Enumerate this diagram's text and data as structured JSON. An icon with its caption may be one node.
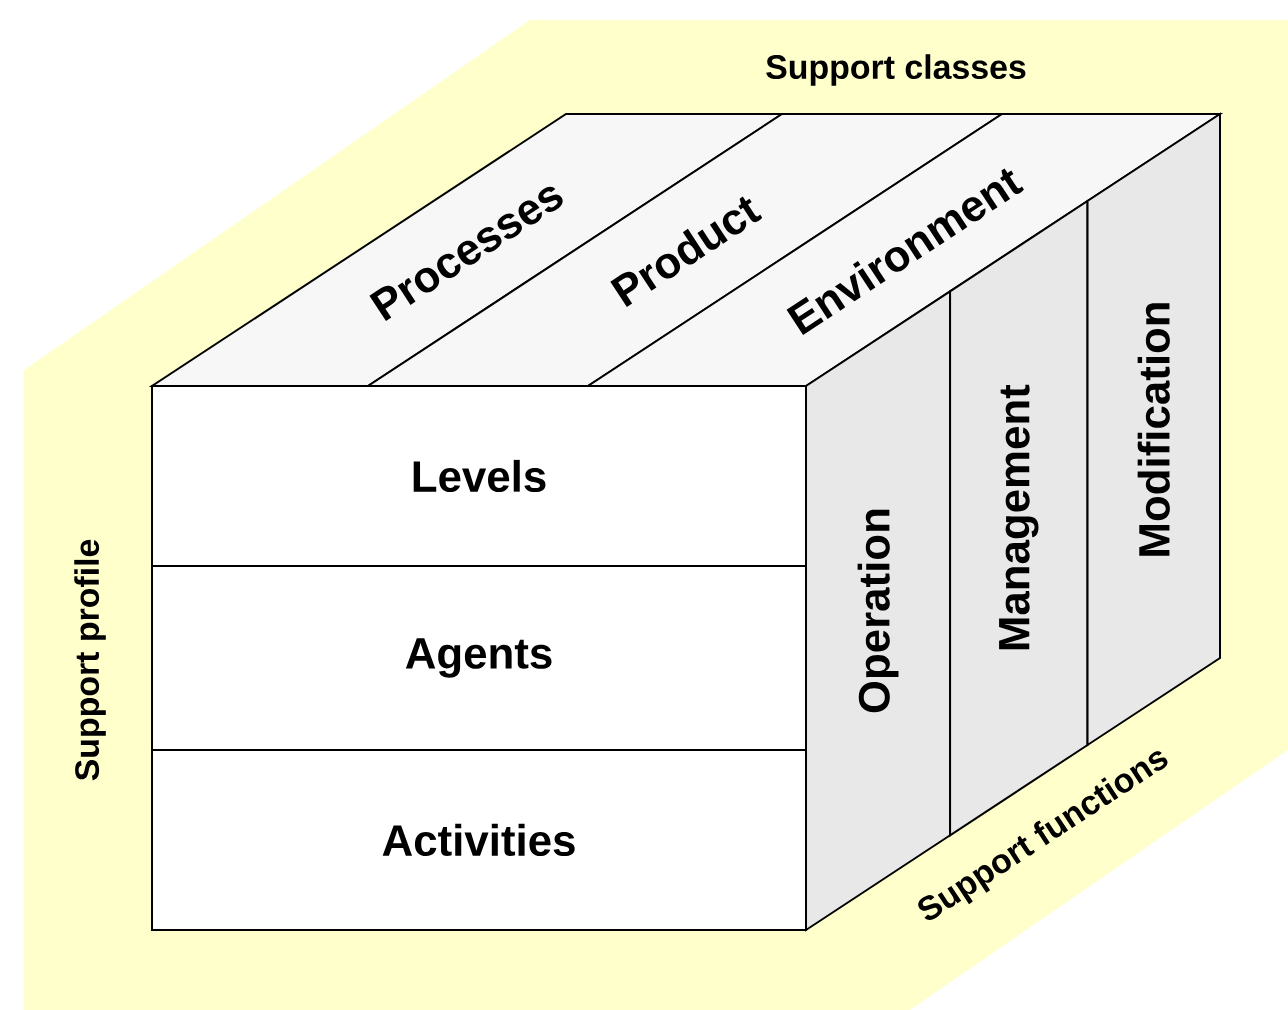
{
  "diagram": {
    "nodes": [
      {
        "text": [
          "Processes"
        ]
      },
      {
        "text": [
          "Product"
        ]
      },
      {
        "text": [
          "Environment"
        ]
      },
      {
        "text": [
          "Levels"
        ]
      },
      {
        "text": [
          "Agents"
        ]
      },
      {
        "text": [
          "Activities"
        ]
      },
      {
        "text": [
          "Operation"
        ]
      },
      {
        "text": [
          "Management"
        ]
      },
      {
        "text": [
          "Modification"
        ]
      }
    ],
    "labels": [
      "Support classes",
      "Support profile",
      "Support functions"
    ]
  }
}
